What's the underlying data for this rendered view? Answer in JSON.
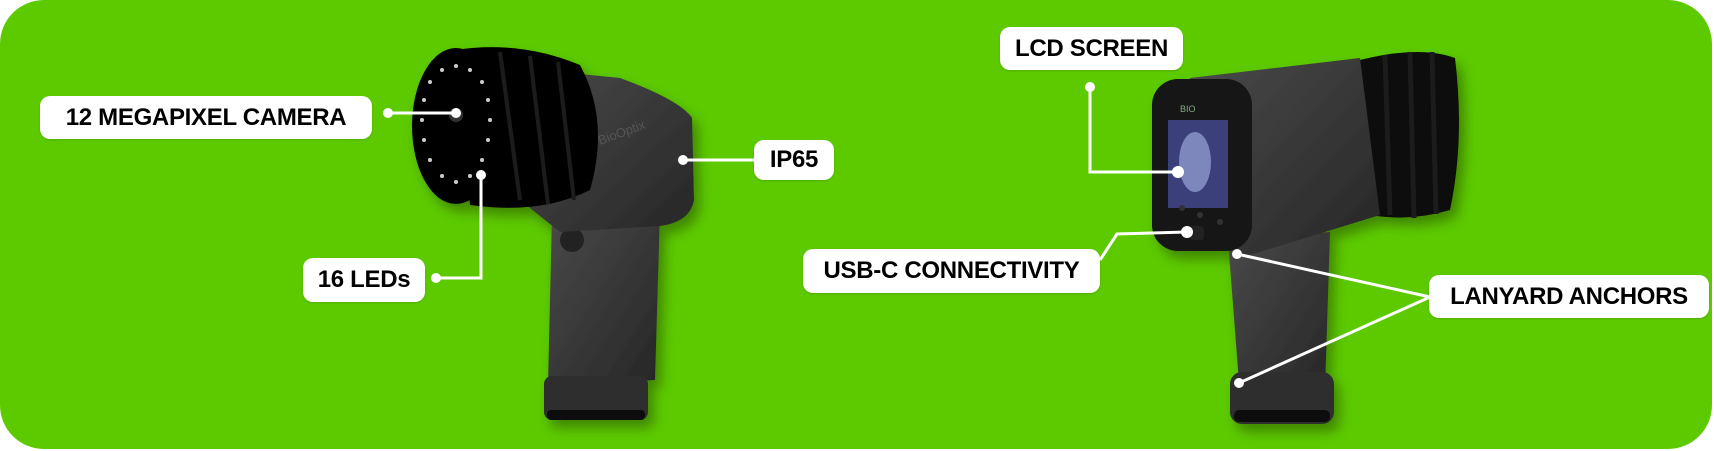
{
  "callouts": {
    "camera": "12 MEGAPIXEL CAMERA",
    "leds": "16 LEDs",
    "ip": "IP65",
    "lcd": "LCD SCREEN",
    "usb": "USB-C CONNECTIVITY",
    "lanyard": "LANYARD ANCHORS"
  },
  "colors": {
    "background": "#5dca00",
    "label": "#ffffff",
    "device_body": "#3a3a3a",
    "lens": "#050505"
  }
}
